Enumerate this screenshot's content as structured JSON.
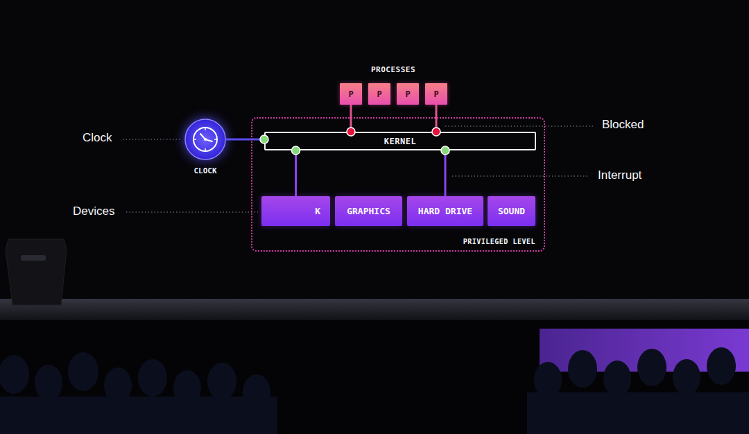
{
  "diagram": {
    "nodes": [
      {
        "text": [
          "P"
        ]
      },
      {
        "text": [
          "P"
        ]
      },
      {
        "text": [
          "P"
        ]
      },
      {
        "text": [
          "P"
        ]
      },
      {
        "text": [
          "CLOCK"
        ]
      },
      {
        "text": [
          "PRIVILEGED LEVEL"
        ]
      },
      {
        "text": [
          "KERNEL"
        ],
        "in": 5
      },
      {
        "text": [
          "K"
        ],
        "in": 5
      },
      {
        "text": [
          "GRAPHICS"
        ],
        "in": 5
      },
      {
        "text": [
          "HARD DRIVE"
        ],
        "in": 5
      },
      {
        "text": [
          "SOUND"
        ],
        "in": 5
      }
    ],
    "edges": [
      {
        "from": 0,
        "to": 6,
        "arrow": "none"
      },
      {
        "from": 3,
        "to": 6,
        "arrow": "none"
      },
      {
        "from": 4,
        "to": 6,
        "arrow": "none"
      },
      {
        "from": 7,
        "to": 6,
        "arrow": "none"
      },
      {
        "from": 9,
        "to": 6,
        "arrow": "none"
      }
    ],
    "labels": [
      "PROCESSES",
      "Clock",
      "Devices",
      "Blocked",
      "Interrupt"
    ]
  }
}
